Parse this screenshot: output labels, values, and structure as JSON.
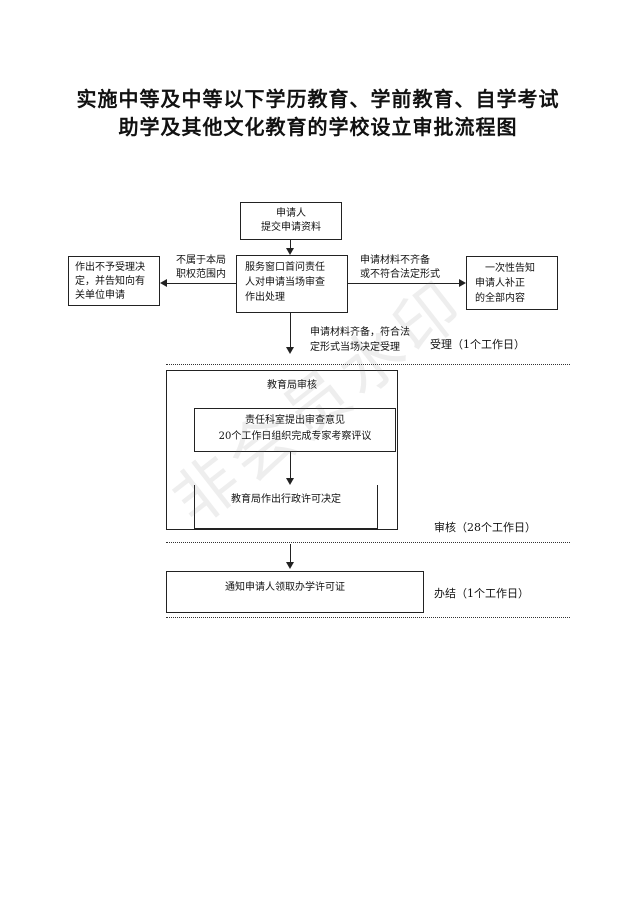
{
  "title": {
    "line1": "实施中等及中等以下学历教育、学前教育、自学考试",
    "line2": "助学及其他文化教育的学校设立审批流程图"
  },
  "nodes": {
    "applicant": {
      "line1": "申请人",
      "line2": "提交申请资料"
    },
    "service_window": {
      "line1": "服务窗口首问责任",
      "line2": "人对申请当场审查",
      "line3": "作出处理"
    },
    "reject": {
      "line1": "作出不予受理决",
      "line2": "定，并告知向有",
      "line3": "关单位申请"
    },
    "notify_supplement": {
      "line1": "一次性告知",
      "line2": "申请人补正",
      "line3": "的全部内容"
    },
    "bureau_review": {
      "label": "教育局审核"
    },
    "section_review": {
      "line1": "责任科室提出审查意见",
      "line2": "20个工作日组织完成专家考察评议"
    },
    "permit_decision": {
      "label": "教育局作出行政许可决定"
    },
    "notify_pickup": {
      "label": "通知申请人领取办学许可证"
    }
  },
  "edges": {
    "not_jurisdiction": {
      "line1": "不属于本局",
      "line2": "职权范围内"
    },
    "incomplete": {
      "line1": "申请材料不齐备",
      "line2": "或不符合法定形式"
    },
    "complete": {
      "line1": "申请材料齐备，符合法",
      "line2": "定形式当场决定受理"
    }
  },
  "stages": {
    "accept": "受理（1个工作日）",
    "review": "审核（28个工作日）",
    "finish": "办结（1个工作日）"
  },
  "watermark": "非会员水印"
}
